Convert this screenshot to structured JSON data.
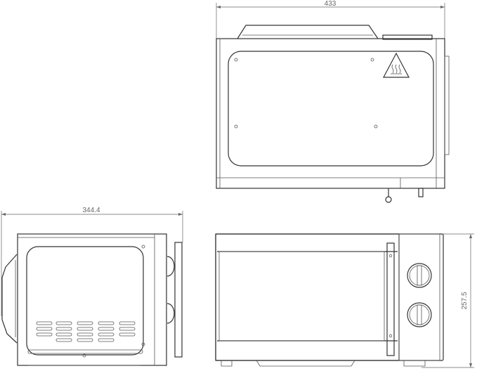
{
  "dimensions": {
    "width": "433",
    "depth": "344.4",
    "height": "257.5"
  },
  "views": [
    "top-view",
    "side-view",
    "front-view"
  ],
  "icons": {
    "hot_surface_warning": "hot-surface-warning-icon"
  }
}
